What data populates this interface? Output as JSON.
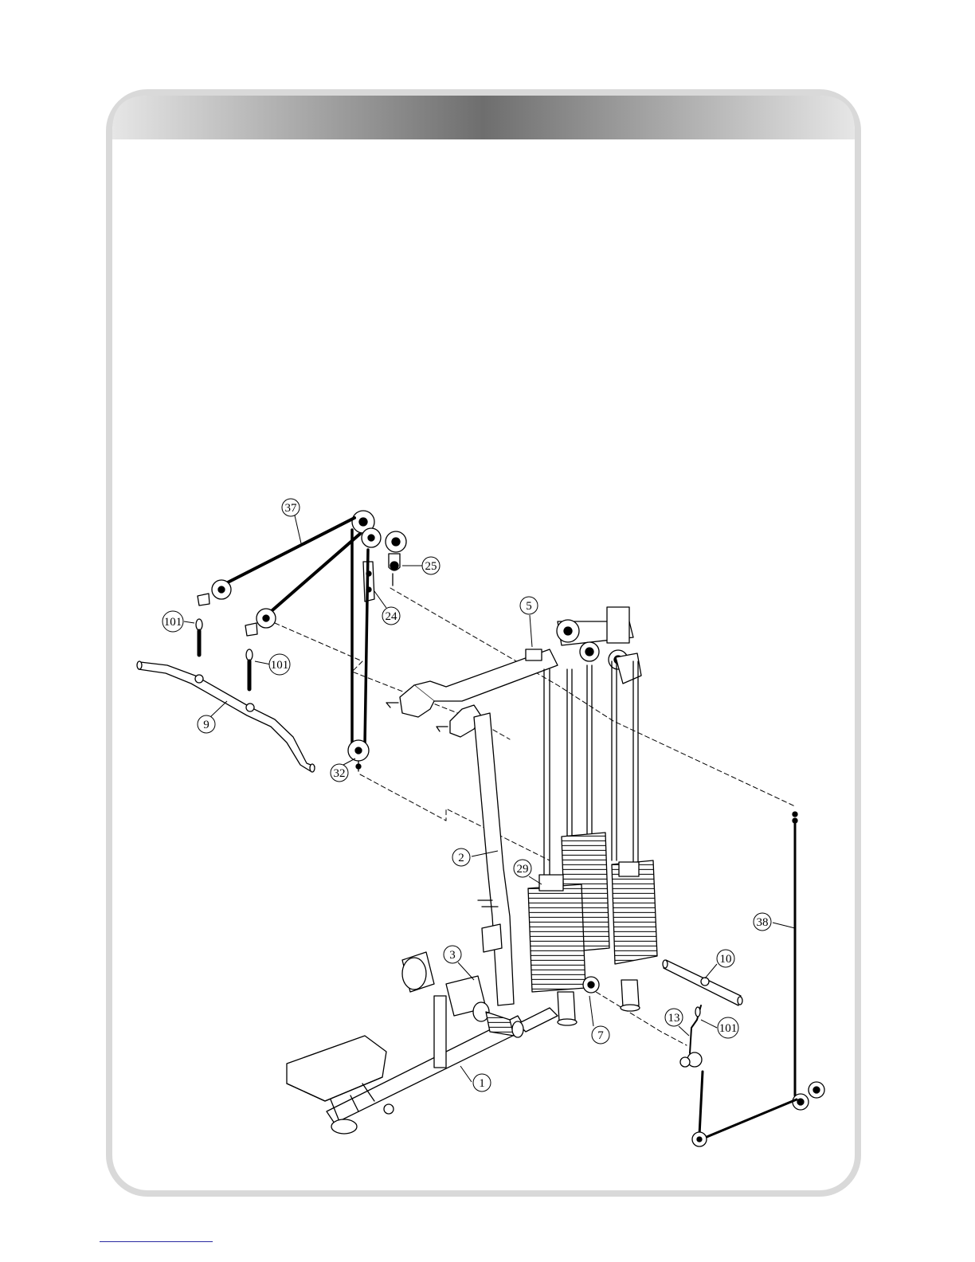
{
  "diagram": {
    "callouts": [
      {
        "id": "c37",
        "text": "37"
      },
      {
        "id": "c25",
        "text": "25"
      },
      {
        "id": "c24",
        "text": "24"
      },
      {
        "id": "c5",
        "text": "5"
      },
      {
        "id": "c101a",
        "text": "101"
      },
      {
        "id": "c101b",
        "text": "101"
      },
      {
        "id": "c9",
        "text": "9"
      },
      {
        "id": "c32",
        "text": "32"
      },
      {
        "id": "c2",
        "text": "2"
      },
      {
        "id": "c29",
        "text": "29"
      },
      {
        "id": "c38",
        "text": "38"
      },
      {
        "id": "c3",
        "text": "3"
      },
      {
        "id": "c10",
        "text": "10"
      },
      {
        "id": "c13",
        "text": "13"
      },
      {
        "id": "c101c",
        "text": "101"
      },
      {
        "id": "c7",
        "text": "7"
      },
      {
        "id": "c1",
        "text": "1"
      }
    ]
  }
}
